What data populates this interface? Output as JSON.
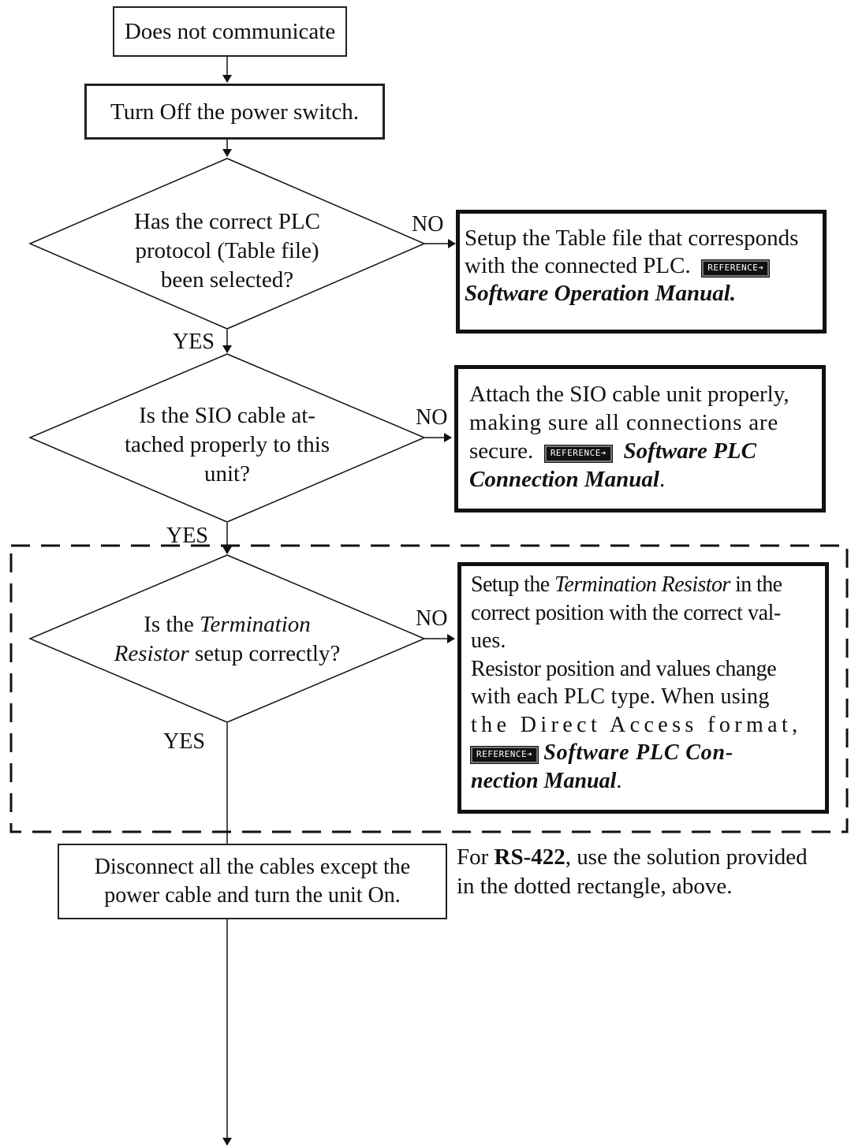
{
  "start": "Does not communicate",
  "step_power_off": "Turn Off the power switch.",
  "decision1": {
    "line1": "Has the correct PLC",
    "line2": "protocol (Table file)",
    "line3": "been selected?"
  },
  "decision2": {
    "line1": "Is the SIO cable at-",
    "line2": "tached properly to this",
    "line3": "unit?"
  },
  "decision3": {
    "line1_a": "Is the ",
    "line1_b": "Termination",
    "line2_a": "Resistor",
    "line2_b": " setup correctly?"
  },
  "labels": {
    "no": "NO",
    "yes": "YES"
  },
  "ref_badge": "REFERENCE➔",
  "action1": {
    "line1": "Setup the Table file that corresponds",
    "line2": "with the connected PLC.",
    "manual": "Software Operation Manual."
  },
  "action2": {
    "line1": "Attach the SIO cable unit properly,",
    "line2": "making sure all connections are",
    "line3": "secure.",
    "manual_a": "Software PLC",
    "manual_b": "Connection Manual",
    "period": "."
  },
  "action3": {
    "t1": "Setup the ",
    "t2": "Termination Resistor",
    "t3": " in the",
    "t4": "correct position with the correct val-",
    "t5": "ues.",
    "t6": "Resistor position and values change",
    "t7": "with each PLC type.  When using",
    "t8": "the Direct Access format,",
    "manual_a": "Software PLC Con-",
    "manual_b": "nection Manual",
    "period": "."
  },
  "step_disconnect": {
    "line1": "Disconnect all the cables except the",
    "line2": "power cable and turn the unit On."
  },
  "rs422_note": {
    "prefix": "For ",
    "bold": "RS-422",
    "suffix": ", use the solution provided",
    "line2": "in the dotted rectangle, above."
  }
}
